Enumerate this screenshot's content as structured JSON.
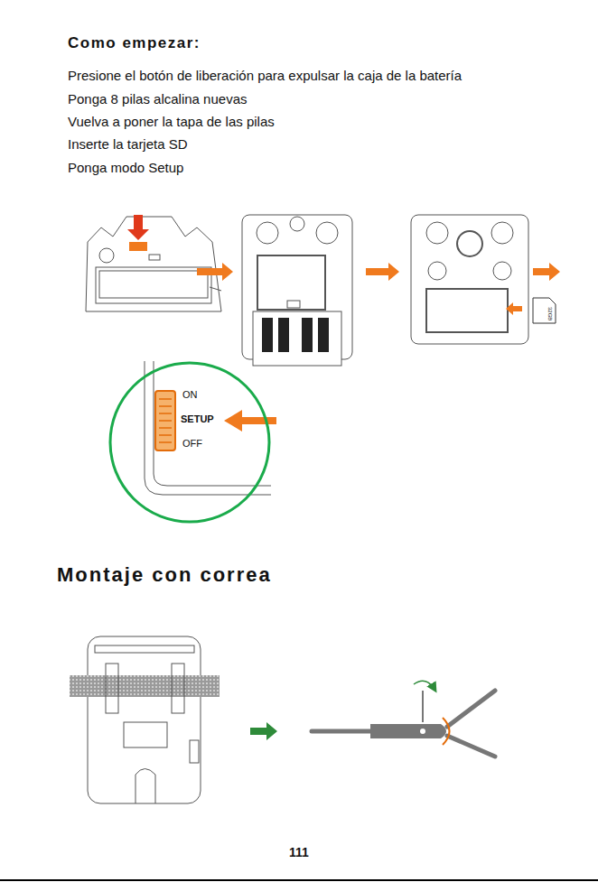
{
  "diagram": {
    "title": "Como empezar:",
    "labels": [
      "Presione el botón de liberación para expulsar la caja de la batería",
      "Ponga 8 pilas alcalina nuevas",
      "Vuelva a poner la tapa de las pilas",
      "Inserte la tarjeta SD",
      "Ponga modo Setup",
      "32GB",
      "ON",
      "SETUP",
      "OFF",
      "Montaje con correa",
      "111"
    ]
  }
}
